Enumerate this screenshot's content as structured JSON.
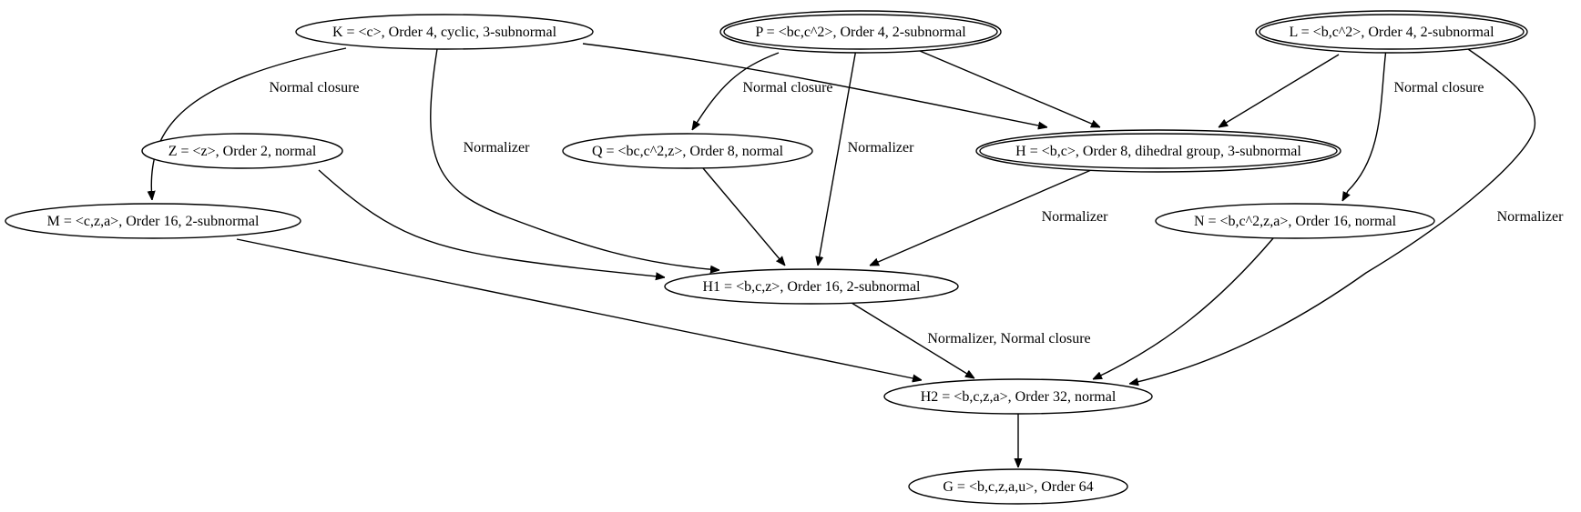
{
  "graph": {
    "nodes": [
      {
        "id": "K",
        "label": "K = <c>, Order 4, cyclic, 3-subnormal",
        "peripheries": 1
      },
      {
        "id": "P",
        "label": "P = <bc,c^2>, Order 4, 2-subnormal",
        "peripheries": 2
      },
      {
        "id": "L",
        "label": "L = <b,c^2>, Order 4, 2-subnormal",
        "peripheries": 2
      },
      {
        "id": "Z",
        "label": "Z = <z>, Order 2, normal",
        "peripheries": 1
      },
      {
        "id": "Q",
        "label": "Q = <bc,c^2,z>, Order 8, normal",
        "peripheries": 1
      },
      {
        "id": "H",
        "label": "H = <b,c>, Order 8, dihedral group, 3-subnormal",
        "peripheries": 2
      },
      {
        "id": "M",
        "label": "M = <c,z,a>, Order 16, 2-subnormal",
        "peripheries": 1
      },
      {
        "id": "N",
        "label": "N = <b,c^2,z,a>, Order 16, normal",
        "peripheries": 1
      },
      {
        "id": "H1",
        "label": "H1 = <b,c,z>, Order 16, 2-subnormal",
        "peripheries": 1
      },
      {
        "id": "H2",
        "label": "H2 = <b,c,z,a>, Order 32, normal",
        "peripheries": 1
      },
      {
        "id": "G",
        "label": "G = <b,c,z,a,u>, Order 64",
        "peripheries": 1
      }
    ],
    "edges": [
      {
        "from": "K",
        "to": "M",
        "label": "Normal closure"
      },
      {
        "from": "K",
        "to": "H1",
        "label": "Normalizer"
      },
      {
        "from": "K",
        "to": "H",
        "label": ""
      },
      {
        "from": "P",
        "to": "Q",
        "label": "Normal closure"
      },
      {
        "from": "P",
        "to": "H1",
        "label": "Normalizer"
      },
      {
        "from": "P",
        "to": "H",
        "label": ""
      },
      {
        "from": "L",
        "to": "H",
        "label": ""
      },
      {
        "from": "L",
        "to": "N",
        "label": "Normal closure"
      },
      {
        "from": "L",
        "to": "H2",
        "label": "Normalizer"
      },
      {
        "from": "Z",
        "to": "H1",
        "label": ""
      },
      {
        "from": "Q",
        "to": "H1",
        "label": ""
      },
      {
        "from": "H",
        "to": "H1",
        "label": "Normalizer"
      },
      {
        "from": "M",
        "to": "H2",
        "label": ""
      },
      {
        "from": "N",
        "to": "H2",
        "label": ""
      },
      {
        "from": "H1",
        "to": "H2",
        "label": "Normalizer, Normal closure"
      },
      {
        "from": "H2",
        "to": "G",
        "label": ""
      }
    ]
  }
}
